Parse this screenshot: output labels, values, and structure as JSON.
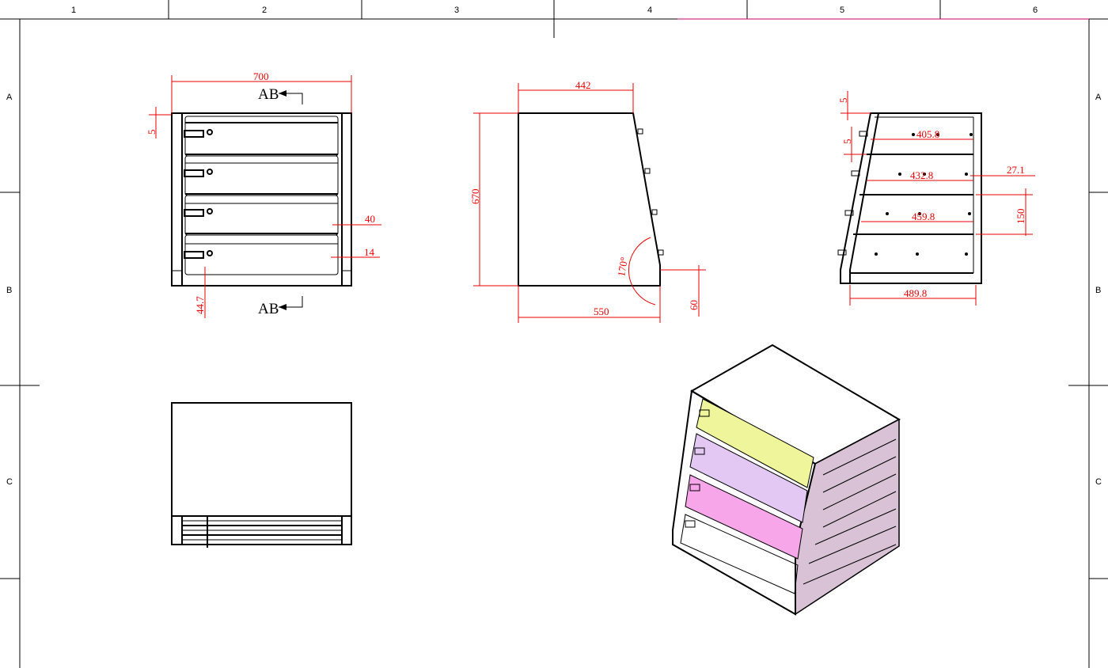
{
  "border": {
    "columns": [
      "1",
      "2",
      "3",
      "4",
      "5",
      "6"
    ],
    "rows": [
      "A",
      "B",
      "C"
    ]
  },
  "front_view": {
    "section_label_top": "AB",
    "section_label_bottom": "AB",
    "dims": {
      "width": "700",
      "top_gap": "5",
      "side": "40",
      "post": "14",
      "bottom": "44.7"
    }
  },
  "side_view": {
    "dims": {
      "top": "442",
      "height": "670",
      "bottom": "550",
      "foot": "60",
      "angle": "170°"
    }
  },
  "section_view": {
    "dims": {
      "top_gap": "5",
      "gap2": "5",
      "shelf1": "405.8",
      "shelf2": "432.8",
      "shelf3": "459.8",
      "shelf4": "489.8",
      "offset": "27.1",
      "pitch": "150"
    }
  },
  "iso_colors": {
    "drawer1": "#eef59a",
    "drawer2": "#e2c8f2",
    "drawer3": "#f7a6ea",
    "side": "#d9c2d6"
  }
}
